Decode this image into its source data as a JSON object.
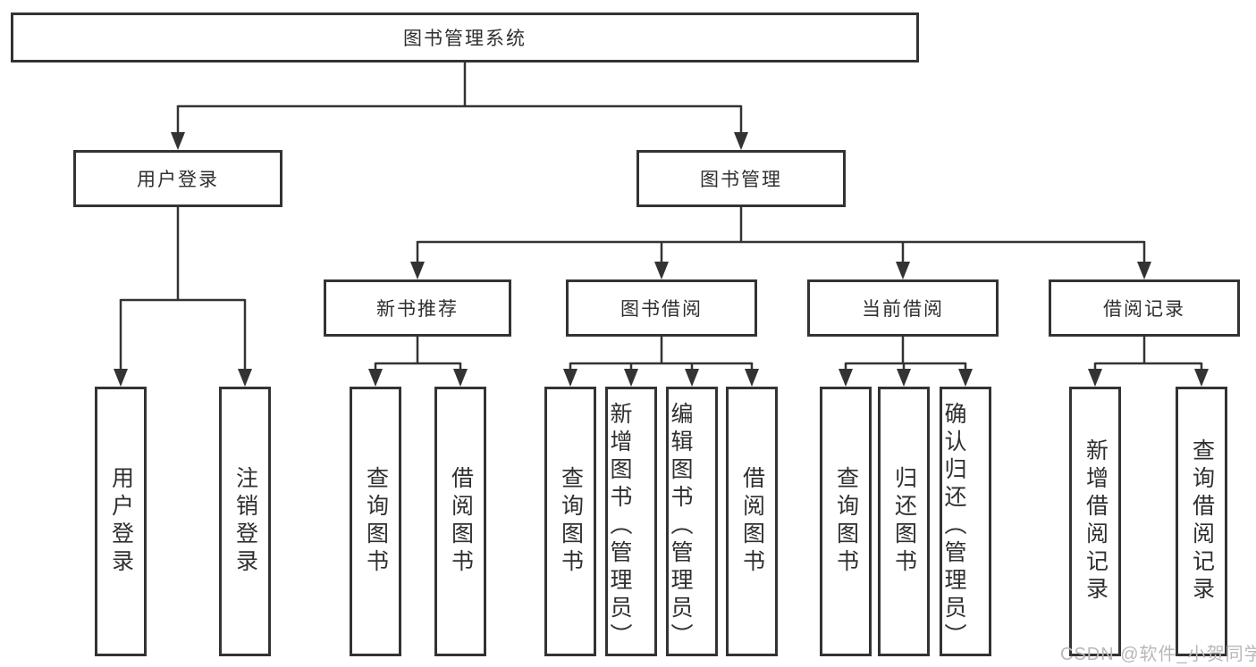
{
  "diagram": {
    "root": {
      "label": "图书管理系统"
    },
    "level2": [
      {
        "label": "用户登录"
      },
      {
        "label": "图书管理"
      }
    ],
    "level3": [
      {
        "label": "新书推荐"
      },
      {
        "label": "图书借阅"
      },
      {
        "label": "当前借阅"
      },
      {
        "label": "借阅记录"
      }
    ],
    "leaves": [
      {
        "label": "用户登录",
        "parent": "用户登录"
      },
      {
        "label": "注销登录",
        "parent": "用户登录"
      },
      {
        "label": "查询图书",
        "parent": "新书推荐"
      },
      {
        "label": "借阅图书",
        "parent": "新书推荐"
      },
      {
        "label": "查询图书",
        "parent": "图书借阅"
      },
      {
        "label": "新增图书（管理员）",
        "parent": "图书借阅"
      },
      {
        "label": "编辑图书（管理员）",
        "parent": "图书借阅"
      },
      {
        "label": "借阅图书",
        "parent": "图书借阅"
      },
      {
        "label": "查询图书",
        "parent": "当前借阅"
      },
      {
        "label": "归还图书",
        "parent": "当前借阅"
      },
      {
        "label": "确认归还（管理员）",
        "parent": "当前借阅"
      },
      {
        "label": "新增借阅记录",
        "parent": "借阅记录"
      },
      {
        "label": "查询借阅记录",
        "parent": "借阅记录"
      }
    ],
    "watermark": "CSDN @软件_小贺同学",
    "colors": {
      "line": "#333333",
      "text": "#2f2f2f",
      "watermark": "#b8b8b8",
      "background": "#ffffff"
    }
  }
}
